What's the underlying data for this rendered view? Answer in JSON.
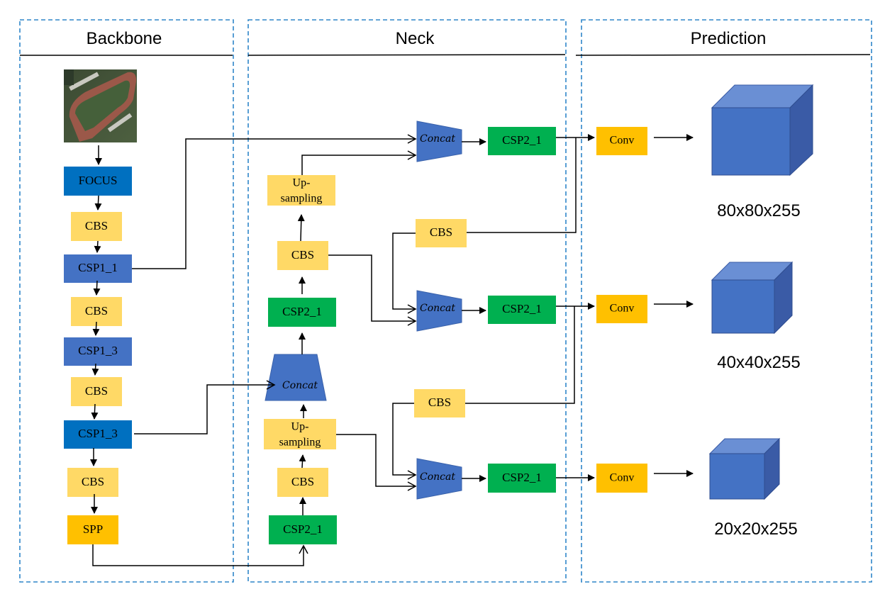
{
  "panels": {
    "backbone": {
      "title": "Backbone"
    },
    "neck": {
      "title": "Neck"
    },
    "prediction": {
      "title": "Prediction"
    }
  },
  "colors": {
    "panel_border": "#2f86c9",
    "focus_blue": "#0070c0",
    "csp1_blue": "#4472c4",
    "cbs_yellow": "#ffd966",
    "spp_orange": "#ffc000",
    "csp2_green": "#00b050",
    "concat_blue": "#4472c4",
    "conv_orange": "#ffc000",
    "cube_front": "#4472c4",
    "cube_top": "#6a8fd4",
    "cube_side": "#3a5ba6"
  },
  "backbone": {
    "input_image_alt": "aerial image of sports field",
    "blocks": [
      {
        "id": "focus",
        "label": "FOCUS"
      },
      {
        "id": "cbs1",
        "label": "CBS"
      },
      {
        "id": "csp1_1",
        "label": "CSP1_1"
      },
      {
        "id": "cbs2",
        "label": "CBS"
      },
      {
        "id": "csp1_3a",
        "label": "CSP1_3"
      },
      {
        "id": "cbs3",
        "label": "CBS"
      },
      {
        "id": "csp1_3b",
        "label": "CSP1_3"
      },
      {
        "id": "cbs4",
        "label": "CBS"
      },
      {
        "id": "spp",
        "label": "SPP"
      }
    ]
  },
  "neck": {
    "upsample_top": {
      "line1": "Up-",
      "line2": "sampling"
    },
    "cbs_mid": "CBS",
    "csp2_mid": "CSP2_1",
    "concat_mid": "Concat",
    "upsample_bottom": {
      "line1": "Up-",
      "line2": "sampling"
    },
    "cbs_bottom": "CBS",
    "csp2_bottom": "CSP2_1",
    "concat_top_right": "Concat",
    "csp2_top_right": "CSP2_1",
    "cbs_right_upper": "CBS",
    "concat_mid_right": "Concat",
    "csp2_mid_right": "CSP2_1",
    "cbs_right_lower": "CBS",
    "concat_bottom_right": "Concat",
    "csp2_bottom_right": "CSP2_1"
  },
  "prediction": {
    "heads": [
      {
        "conv": "Conv",
        "output": "80x80x255"
      },
      {
        "conv": "Conv",
        "output": "40x40x255"
      },
      {
        "conv": "Conv",
        "output": "20x20x255"
      }
    ]
  }
}
